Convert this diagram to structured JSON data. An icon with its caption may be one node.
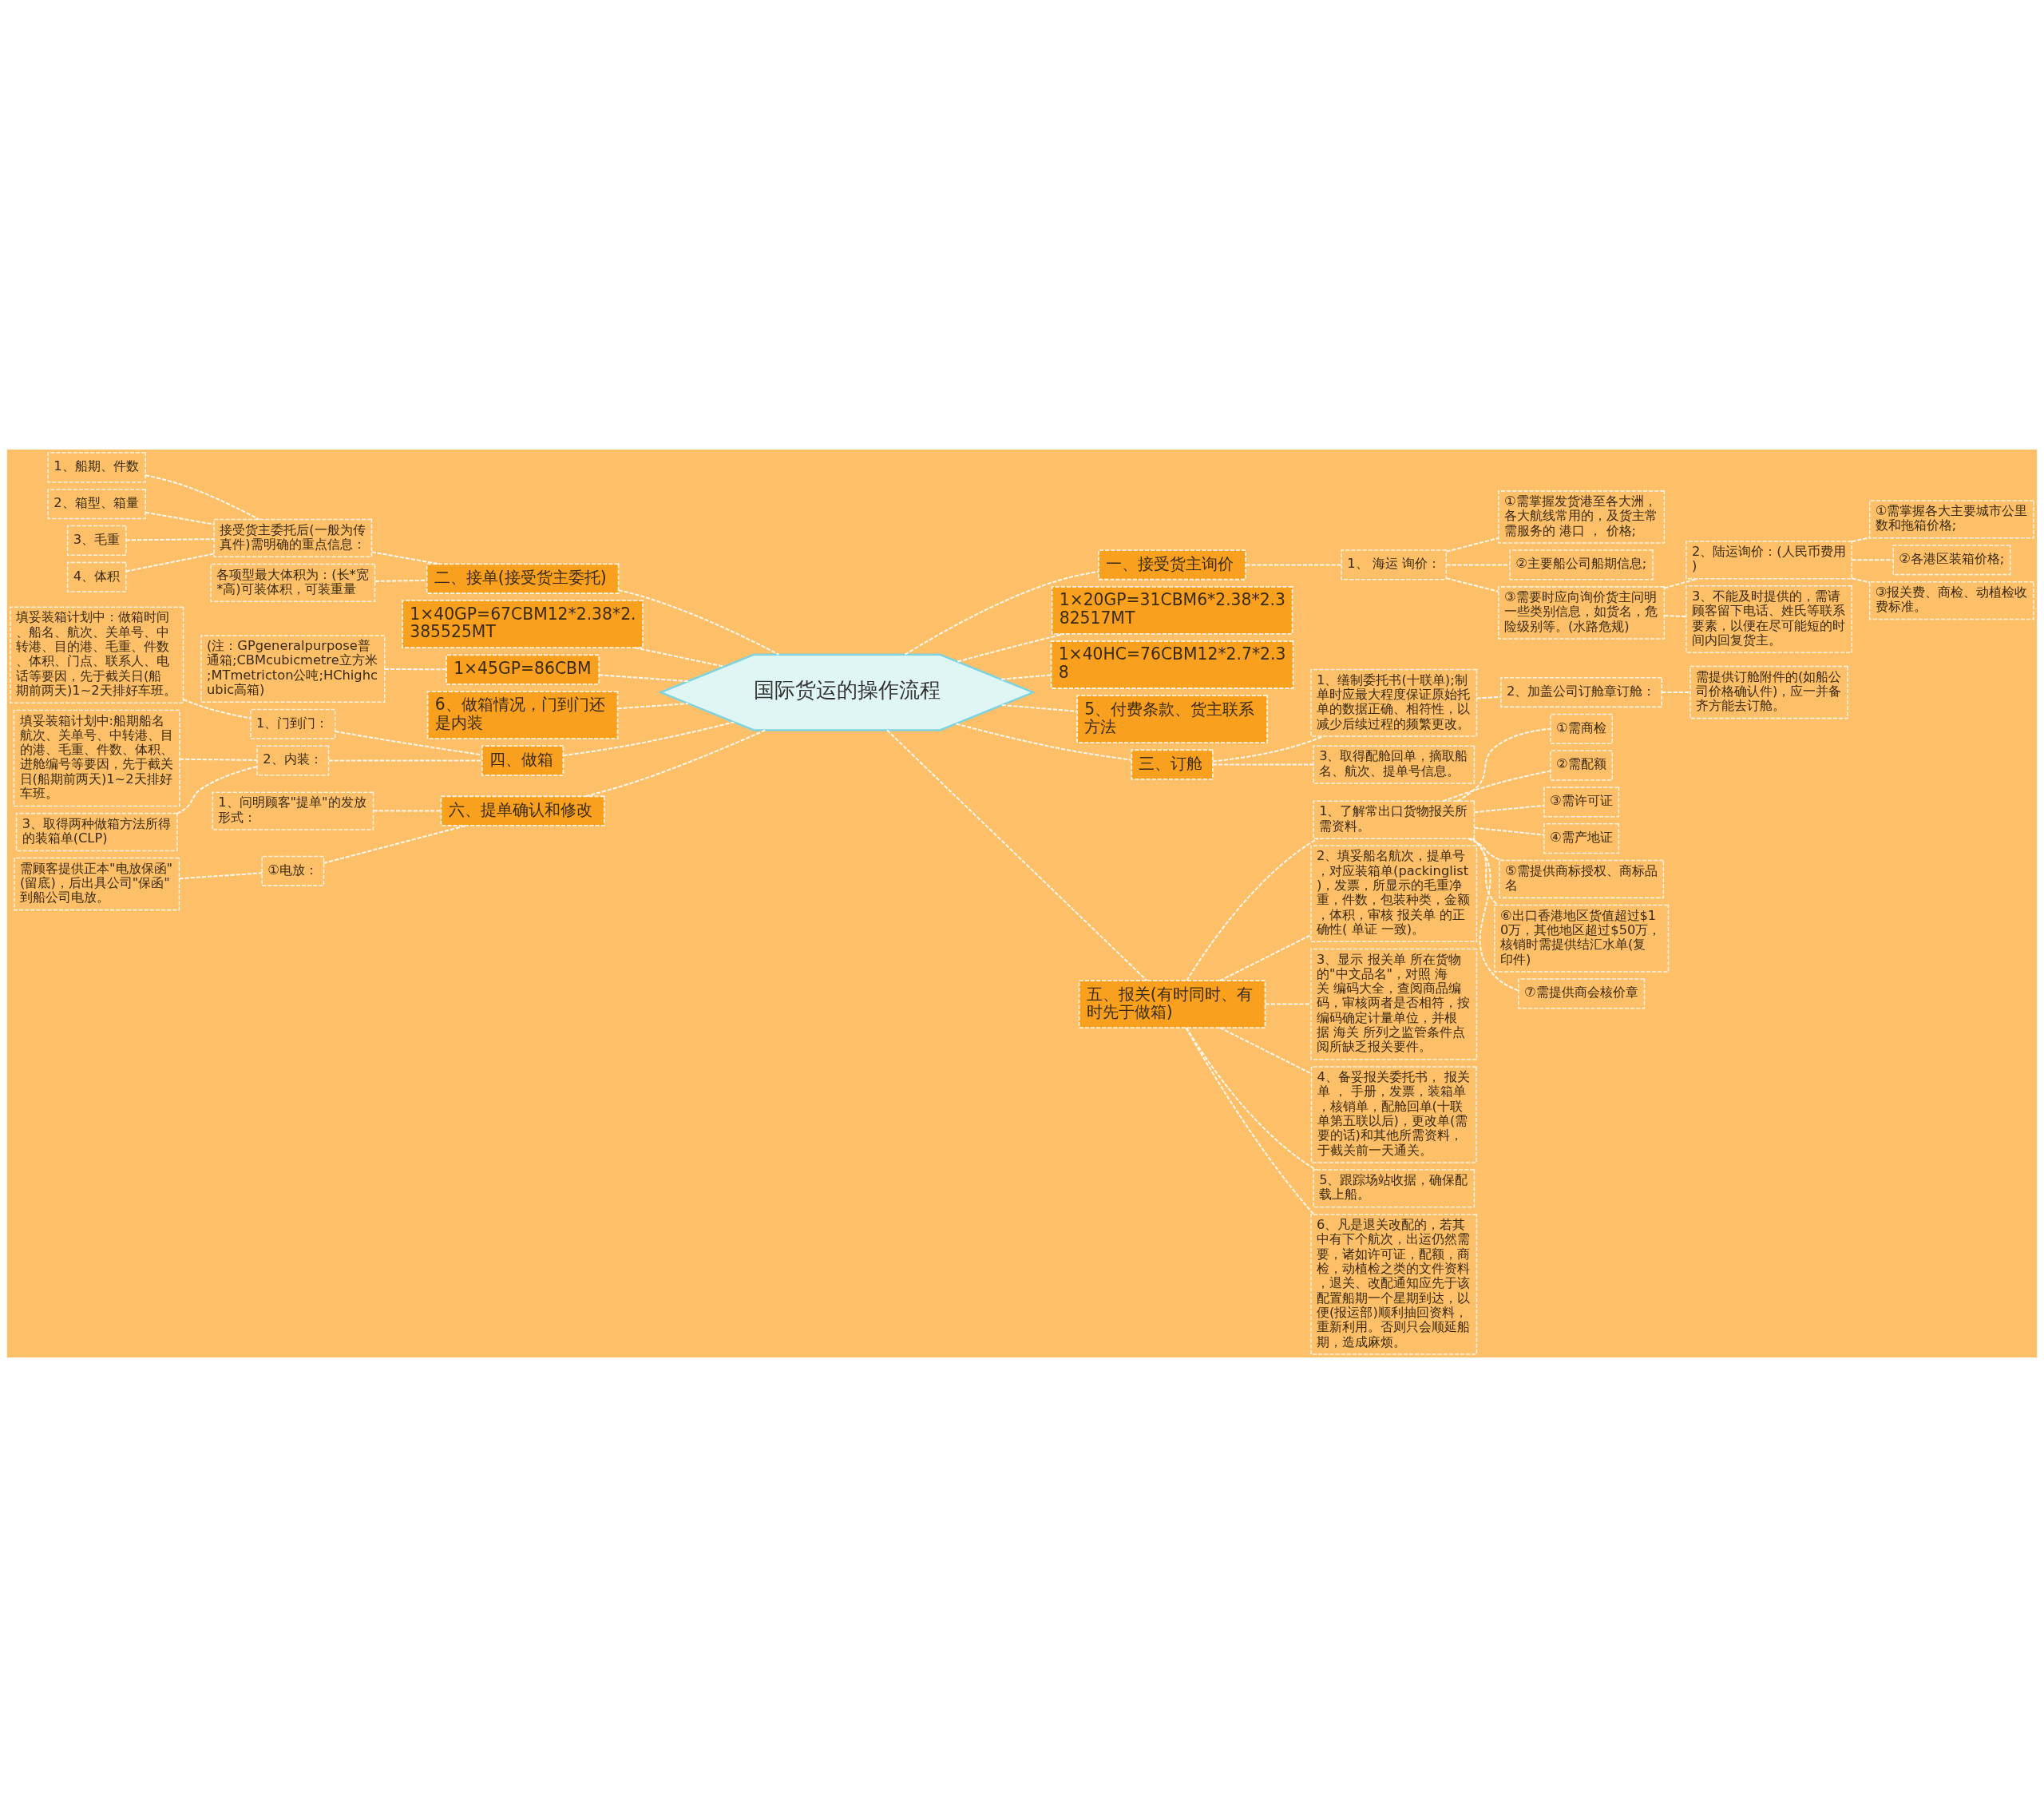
{
  "diagram": {
    "nodes": [
      {
        "text": [
          "国际货运的操作流程"
        ]
      },
      {
        "text": [
          "一、接受货主询价"
        ]
      },
      {
        "text": [
          "1、 海运 询价："
        ]
      },
      {
        "text": [
          "①需掌握发货港至各大洲，各大航线常用的，及货主常需服务的 港口 ， 价格;"
        ]
      },
      {
        "text": [
          "②主要船公司船期信息;"
        ]
      },
      {
        "text": [
          "③需要时应向询价货主问明一些类别信息，如货名，危险级别等。(水路危规)"
        ]
      },
      {
        "text": [
          "2、陆运询价：(人民币费用)"
        ]
      },
      {
        "text": [
          "①需掌握各大主要城市公里数和拖箱价格;"
        ]
      },
      {
        "text": [
          "②各港区装箱价格;"
        ]
      },
      {
        "text": [
          "③报关费、商检、动植检收费标准。"
        ]
      },
      {
        "text": [
          "3、不能及时提供的，需请顾客留下电话、姓氏等联系要素，以便在尽可能短的时间内回复货主。"
        ]
      },
      {
        "text": [
          "1×20GP=31CBM6*2.38*2.382517MT"
        ]
      },
      {
        "text": [
          "1×40HC=76CBM12*2.7*2.38"
        ]
      },
      {
        "text": [
          "5、付费条款、货主联系方法"
        ]
      },
      {
        "text": [
          "三、订舱"
        ]
      },
      {
        "text": [
          "1、缮制委托书(十联单);制单时应最大程度保证原始托单的数据正确、相符性，以减少后续过程的频繁更改。"
        ]
      },
      {
        "text": [
          "2、加盖公司订舱章订舱："
        ]
      },
      {
        "text": [
          "需提供订舱附件的(如船公司价格确认件)，应一并备齐方能去订舱。"
        ]
      },
      {
        "text": [
          "3、取得配舱回单，摘取船名、航次、提单号信息。"
        ]
      },
      {
        "text": [
          "五、报关(有时同时、有时先于做箱)"
        ]
      },
      {
        "text": [
          "1、了解常出口货物报关所需资料。"
        ]
      },
      {
        "text": [
          "①需商检"
        ]
      },
      {
        "text": [
          "②需配额"
        ]
      },
      {
        "text": [
          "③需许可证"
        ]
      },
      {
        "text": [
          "④需产地证"
        ]
      },
      {
        "text": [
          "⑤需提供商标授权、商标品名"
        ]
      },
      {
        "text": [
          "⑥出口香港地区货值超过$10万，其他地区超过$50万，核销时需提供结汇水单(复印件)"
        ]
      },
      {
        "text": [
          "⑦需提供商会核价章"
        ]
      },
      {
        "text": [
          "2、填妥船名航次，提单号，对应装箱单(packinglist)，发票，所显示的毛重净重，件数，包装种类，金额，体积，审核 报关单 的正确性( 单证 一致)。"
        ]
      },
      {
        "text": [
          "3、显示 报关单 所在货物的\"中文品名\"，对照 海关 编码大全，查阅商品编码，审核两者是否相符，按编码确定计量单位，并根据 海关 所列之监管条件点阅所缺乏报关要件。"
        ]
      },
      {
        "text": [
          "4、备妥报关委托书， 报关单 ， 手册，发票，装箱单，核销单，配舱回单(十联单第五联以后)，更改单(需要的话)和其他所需资料，于截关前一天通关。"
        ]
      },
      {
        "text": [
          "5、跟踪场站收据，确保配载上船。"
        ]
      },
      {
        "text": [
          "6、凡是退关改配的，若其中有下个航次，出运仍然需要，诸如许可证，配额，商检，动植检之类的文件资料，退关、改配通知应先于该配置船期一个星期到达，以便(报运部)顺利抽回资料，重新利用。否则只会顺延船期，造成麻烦。"
        ]
      },
      {
        "text": [
          "二、接单(接受货主委托)"
        ]
      },
      {
        "text": [
          "接受货主委托后(一般为传真件)需明确的重点信息："
        ]
      },
      {
        "text": [
          "1、船期、件数"
        ]
      },
      {
        "text": [
          "2、箱型、箱量"
        ]
      },
      {
        "text": [
          "3、毛重"
        ]
      },
      {
        "text": [
          "4、体积"
        ]
      },
      {
        "text": [
          "各项型最大体积为：(长*宽*高)可装体积，可装重量"
        ]
      },
      {
        "text": [
          "1×40GP=67CBM12*2.38*2.385525MT"
        ]
      },
      {
        "text": [
          "1×45GP=86CBM"
        ]
      },
      {
        "text": [
          "(注：GPgeneralpurpose普通箱;CBMcubicmetre立方米;MTmetricton公吨;HChighcubic高箱)"
        ]
      },
      {
        "text": [
          "6、做箱情况，门到门还是内装"
        ]
      },
      {
        "text": [
          "四、做箱"
        ]
      },
      {
        "text": [
          "1、门到门："
        ]
      },
      {
        "text": [
          "填妥装箱计划中：做箱时间、船名、航次、关单号、中转港、目的港、毛重、件数、体积、门点、联系人、电话等要因，先于截关日(船期前两天)1~2天排好车班。"
        ]
      },
      {
        "text": [
          "2、内装："
        ]
      },
      {
        "text": [
          "填妥装箱计划中:船期船名航次、关单号、中转港、目的港、毛重、件数、体积、进舱编号等要因，先于截关日(船期前两天)1~2天排好车班。"
        ]
      },
      {
        "text": [
          "3、取得两种做箱方法所得的装箱单(CLP)"
        ]
      },
      {
        "text": [
          "六、提单确认和修改"
        ]
      },
      {
        "text": [
          "1、问明顾客\"提单\"的发放形式："
        ]
      },
      {
        "text": [
          "①电放："
        ]
      },
      {
        "text": [
          "需顾客提供正本\"电放保函\"(留底)，后出具公司\"保函\"到船公司电放。"
        ]
      }
    ],
    "edges": [
      {
        "from": 0,
        "to": 1,
        "arrow": "none",
        "style": "dashed"
      },
      {
        "from": 1,
        "to": 2,
        "arrow": "none",
        "style": "dashed"
      },
      {
        "from": 2,
        "to": 3,
        "arrow": "none",
        "style": "dashed"
      },
      {
        "from": 2,
        "to": 4,
        "arrow": "none",
        "style": "dashed"
      },
      {
        "from": 2,
        "to": 5,
        "arrow": "none",
        "style": "dashed"
      },
      {
        "from": 5,
        "to": 6,
        "arrow": "none",
        "style": "dashed"
      },
      {
        "from": 6,
        "to": 7,
        "arrow": "none",
        "style": "dashed"
      },
      {
        "from": 6,
        "to": 8,
        "arrow": "none",
        "style": "dashed"
      },
      {
        "from": 6,
        "to": 9,
        "arrow": "none",
        "style": "dashed"
      },
      {
        "from": 5,
        "to": 10,
        "arrow": "none",
        "style": "dashed"
      },
      {
        "from": 0,
        "to": 11,
        "arrow": "none",
        "style": "dashed"
      },
      {
        "from": 0,
        "to": 12,
        "arrow": "none",
        "style": "dashed"
      },
      {
        "from": 0,
        "to": 13,
        "arrow": "none",
        "style": "dashed"
      },
      {
        "from": 0,
        "to": 14,
        "arrow": "none",
        "style": "dashed"
      },
      {
        "from": 14,
        "to": 15,
        "arrow": "none",
        "style": "dashed"
      },
      {
        "from": 15,
        "to": 16,
        "arrow": "none",
        "style": "dashed"
      },
      {
        "from": 16,
        "to": 17,
        "arrow": "none",
        "style": "dashed"
      },
      {
        "from": 14,
        "to": 18,
        "arrow": "none",
        "style": "dashed"
      },
      {
        "from": 0,
        "to": 19,
        "arrow": "none",
        "style": "dashed"
      },
      {
        "from": 19,
        "to": 20,
        "arrow": "none",
        "style": "dashed"
      },
      {
        "from": 20,
        "to": 21,
        "arrow": "none",
        "style": "dashed"
      },
      {
        "from": 20,
        "to": 22,
        "arrow": "none",
        "style": "dashed"
      },
      {
        "from": 20,
        "to": 23,
        "arrow": "none",
        "style": "dashed"
      },
      {
        "from": 20,
        "to": 24,
        "arrow": "none",
        "style": "dashed"
      },
      {
        "from": 20,
        "to": 25,
        "arrow": "none",
        "style": "dashed"
      },
      {
        "from": 20,
        "to": 26,
        "arrow": "none",
        "style": "dashed"
      },
      {
        "from": 20,
        "to": 27,
        "arrow": "none",
        "style": "dashed"
      },
      {
        "from": 19,
        "to": 28,
        "arrow": "none",
        "style": "dashed"
      },
      {
        "from": 19,
        "to": 29,
        "arrow": "none",
        "style": "dashed"
      },
      {
        "from": 19,
        "to": 30,
        "arrow": "none",
        "style": "dashed"
      },
      {
        "from": 19,
        "to": 31,
        "arrow": "none",
        "style": "dashed"
      },
      {
        "from": 19,
        "to": 32,
        "arrow": "none",
        "style": "dashed"
      },
      {
        "from": 33,
        "to": 0,
        "arrow": "none",
        "style": "dashed"
      },
      {
        "from": 34,
        "to": 33,
        "arrow": "none",
        "style": "dashed"
      },
      {
        "from": 35,
        "to": 34,
        "arrow": "none",
        "style": "dashed"
      },
      {
        "from": 36,
        "to": 34,
        "arrow": "none",
        "style": "dashed"
      },
      {
        "from": 37,
        "to": 34,
        "arrow": "none",
        "style": "dashed"
      },
      {
        "from": 38,
        "to": 34,
        "arrow": "none",
        "style": "dashed"
      },
      {
        "from": 39,
        "to": 33,
        "arrow": "none",
        "style": "dashed"
      },
      {
        "from": 40,
        "to": 0,
        "arrow": "none",
        "style": "dashed"
      },
      {
        "from": 41,
        "to": 0,
        "arrow": "none",
        "style": "dashed"
      },
      {
        "from": 42,
        "to": 41,
        "arrow": "none",
        "style": "dashed"
      },
      {
        "from": 43,
        "to": 0,
        "arrow": "none",
        "style": "dashed"
      },
      {
        "from": 44,
        "to": 0,
        "arrow": "none",
        "style": "dashed"
      },
      {
        "from": 45,
        "to": 44,
        "arrow": "none",
        "style": "dashed"
      },
      {
        "from": 46,
        "to": 45,
        "arrow": "none",
        "style": "dashed"
      },
      {
        "from": 47,
        "to": 44,
        "arrow": "none",
        "style": "dashed"
      },
      {
        "from": 48,
        "to": 47,
        "arrow": "none",
        "style": "dashed"
      },
      {
        "from": 49,
        "to": 47,
        "arrow": "none",
        "style": "dashed"
      },
      {
        "from": 50,
        "to": 0,
        "arrow": "none",
        "style": "dashed"
      },
      {
        "from": 51,
        "to": 50,
        "arrow": "none",
        "style": "dashed"
      },
      {
        "from": 52,
        "to": 50,
        "arrow": "none",
        "style": "dashed"
      },
      {
        "from": 53,
        "to": 52,
        "arrow": "none",
        "style": "dashed"
      }
    ]
  }
}
